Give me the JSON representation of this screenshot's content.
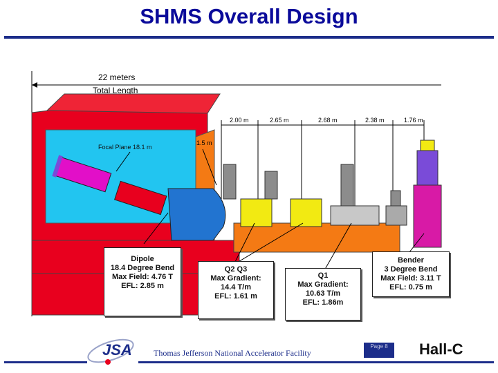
{
  "slide": {
    "title": "SHMS Overall Design"
  },
  "figure": {
    "length_label_1": "22 meters",
    "length_label_2": "Total Length",
    "focal_plane": "Focal Plane 18.1 m",
    "gap_label": "1.5 m",
    "dims": [
      "2.00 m",
      "2.65 m",
      "2.68 m",
      "2.38 m",
      "1.76 m"
    ]
  },
  "callouts": {
    "dipole": [
      "Dipole",
      "18.4 Degree Bend",
      "Max Field: 4.76 T",
      "EFL: 2.85 m"
    ],
    "q2q3": [
      "Q2 Q3",
      "Max Gradient:",
      "14.4 T/m",
      "EFL: 1.61 m"
    ],
    "q1": [
      "Q1",
      "Max Gradient:",
      "10.63 T/m",
      "EFL: 1.86m"
    ],
    "bender": [
      "Bender",
      "3 Degree Bend",
      "Max Field: 3.11 T",
      "EFL: 0.75 m"
    ]
  },
  "footer": {
    "logo_text": "JSA",
    "lab_name": "Thomas Jefferson National Accelerator Facility",
    "page_label": "Page 8",
    "hall": "Hall-C"
  },
  "colors": {
    "title": "#0a0a9a",
    "hut_red": "#e8001e",
    "hut_cyan": "#22c5f0",
    "magnet_yellow": "#f2ea12",
    "base_orange": "#f47a14",
    "bender_magenta": "#d81aa6"
  }
}
